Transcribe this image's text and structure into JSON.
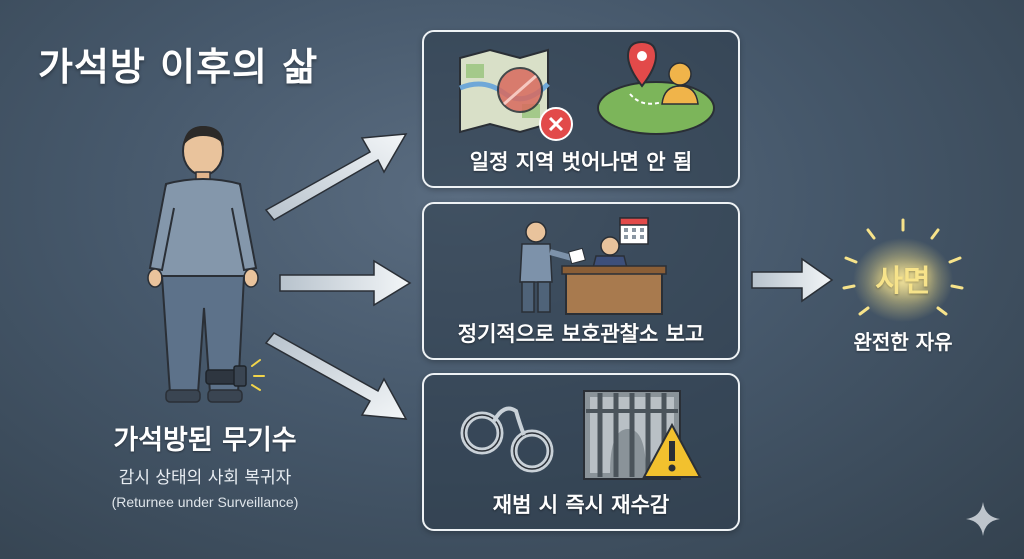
{
  "title": "가석방 이후의 삶",
  "person": {
    "title": "가석방된 무기수",
    "subtitle": "감시 상태의 사회 복귀자",
    "subtitle_en": "(Returnee under Surveillance)"
  },
  "conditions": [
    {
      "label": "일정 지역 벗어나면 안 됨",
      "icon": "map-restricted-icon"
    },
    {
      "label": "정기적으로 보호관찰소 보고",
      "icon": "probation-report-icon"
    },
    {
      "label": "재범 시 즉시 재수감",
      "icon": "handcuffs-jail-icon"
    }
  ],
  "outcome": {
    "label": "사면",
    "sublabel": "완전한 자유"
  },
  "colors": {
    "background": "#46586b",
    "arrow": "#dfe6ec",
    "card_border": "#eef2f5",
    "pardon_glow": "#f7e38a",
    "warning": "#f2c12e",
    "error": "#e24a4a"
  }
}
